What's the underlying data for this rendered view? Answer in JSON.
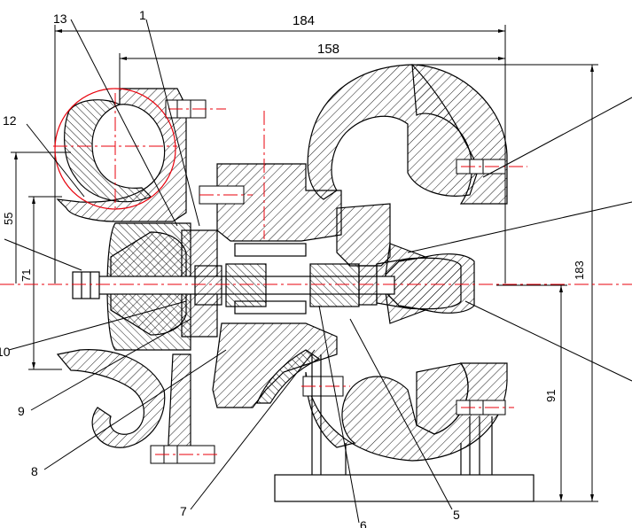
{
  "colors": {
    "line": "#000000",
    "centerline": "#e8000b",
    "hatch": "#000000",
    "bg": "#ffffff"
  },
  "dimensions": {
    "top_overall": "184",
    "top_inner": "158",
    "right_height": "183",
    "right_lower": "91",
    "left_outer": "55",
    "left_inner": "71"
  },
  "part_labels": {
    "p1": "1",
    "p5": "5",
    "p6": "6",
    "p7": "7",
    "p8": "8",
    "p9": "9",
    "p10": "10",
    "p12": "12",
    "p13": "13"
  }
}
